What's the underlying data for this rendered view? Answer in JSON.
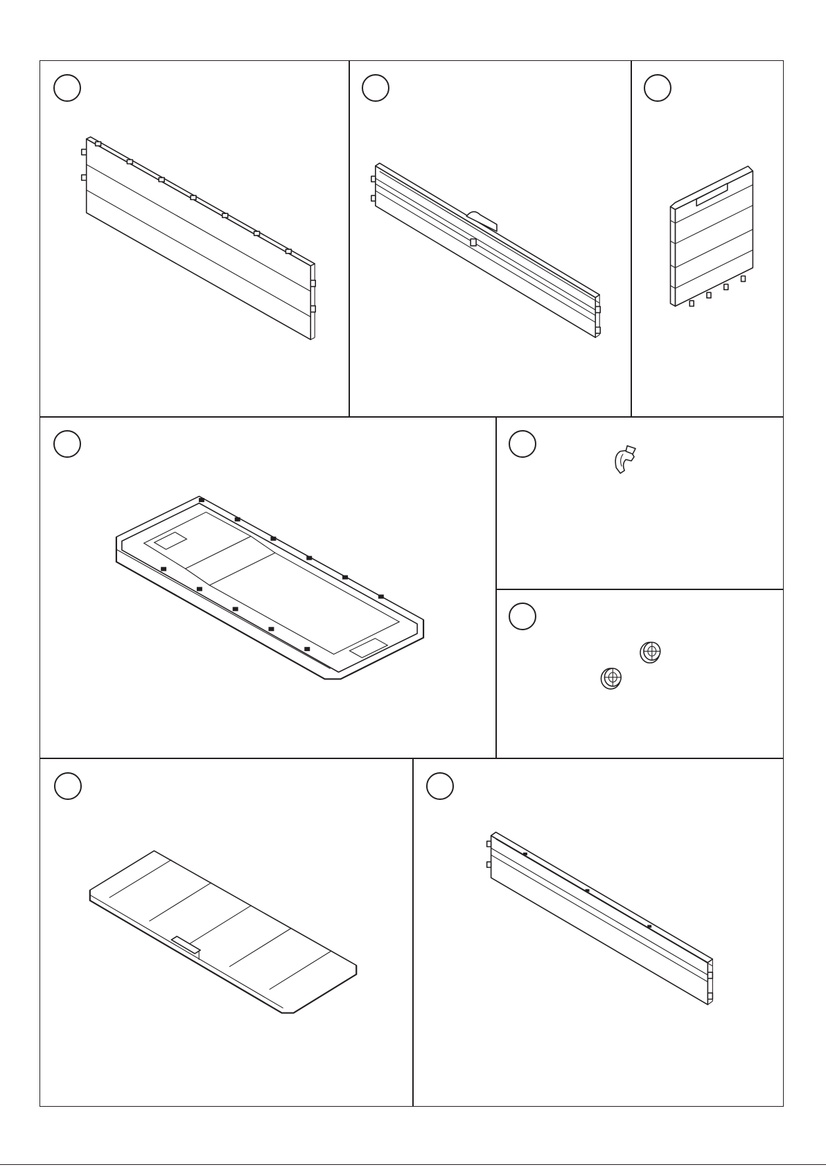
{
  "page": {
    "title": ""
  },
  "parts": [
    {
      "id": "p1",
      "label": "",
      "icon": "back-wall-panel-icon"
    },
    {
      "id": "p2",
      "label": "",
      "icon": "front-wall-panel-icon"
    },
    {
      "id": "p3",
      "label": "",
      "icon": "side-wall-panel-icon"
    },
    {
      "id": "p4",
      "label": "",
      "icon": "base-frame-icon"
    },
    {
      "id": "p5",
      "label": "",
      "icon": "clip-icon"
    },
    {
      "id": "p6",
      "label": "",
      "icon": "wheel-icon"
    },
    {
      "id": "p7",
      "label": "",
      "icon": "lid-panel-icon"
    },
    {
      "id": "p8",
      "label": "",
      "icon": "top-rail-panel-icon"
    }
  ],
  "colors": {
    "ink": "#231f20",
    "paper": "#ffffff"
  }
}
